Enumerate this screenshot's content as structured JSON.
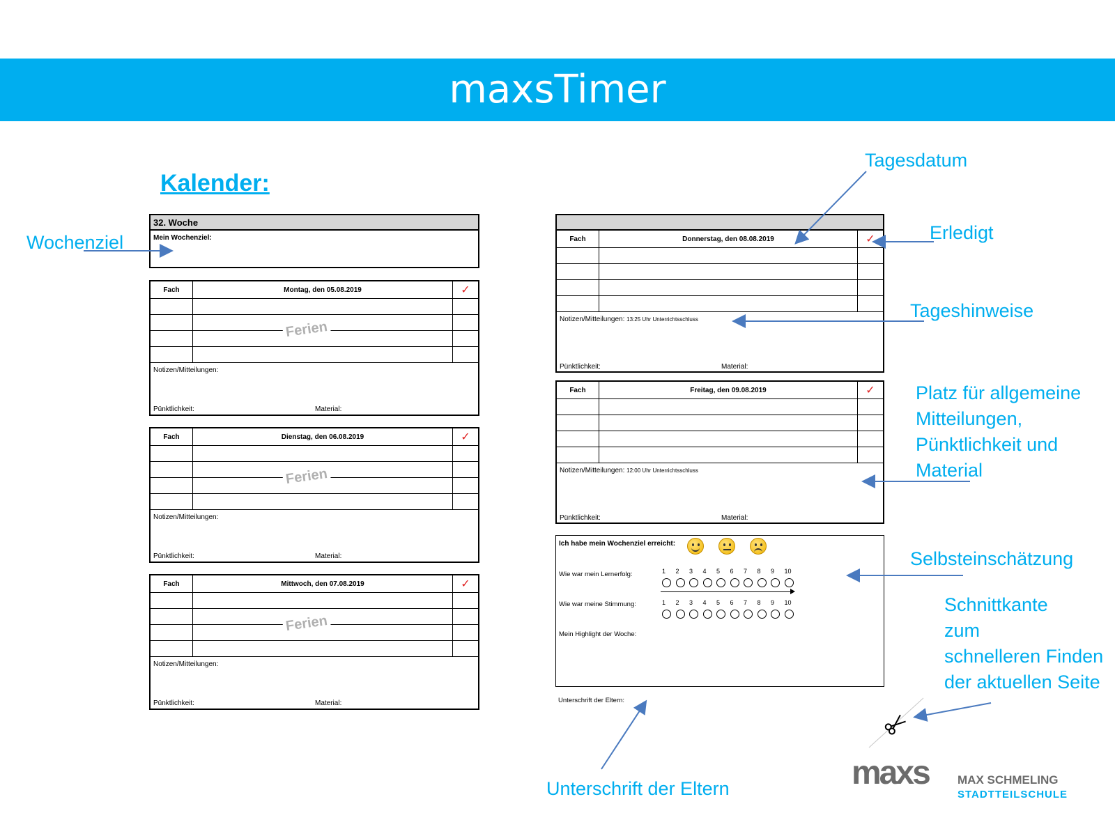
{
  "banner": {
    "title": "maxsTimer",
    "color": "#00aeef"
  },
  "heading": "Kalender:",
  "week": {
    "title": "32. Woche",
    "goal_label": "Mein Wochenziel:"
  },
  "common": {
    "fach": "Fach",
    "check": "✓",
    "notes": "Notizen/Mitteilungen:",
    "punctuality": "Pünktlichkeit:",
    "material": "Material:",
    "holiday": "Ferien"
  },
  "days": {
    "mon": {
      "date": "Montag, den 05.08.2019"
    },
    "tue": {
      "date": "Dienstag, den 06.08.2019"
    },
    "wed": {
      "date": "Mittwoch, den 07.08.2019"
    },
    "thu": {
      "date": "Donnerstag, den 08.08.2019",
      "note": "13:25 Uhr Unterrichtsschluss"
    },
    "fri": {
      "date": "Freitag, den 09.08.2019",
      "note": "12:00 Uhr Unterrichtsschluss"
    }
  },
  "self_assessment": {
    "goal_question": "Ich habe mein Wochenziel erreicht:",
    "learning_label": "Wie war mein Lernerfolg:",
    "mood_label": "Wie war meine Stimmung:",
    "highlight_label": "Mein Highlight der Woche:",
    "scale": [
      "1",
      "2",
      "3",
      "4",
      "5",
      "6",
      "7",
      "8",
      "9",
      "10"
    ]
  },
  "signature_label": "Unterschrift der Eltern:",
  "callouts": {
    "weekly_goal": "Wochenziel",
    "date": "Tagesdatum",
    "done": "Erledigt",
    "hints": "Tageshinweise",
    "general_line1": "Platz für allgemeine",
    "general_line2": "Mitteilungen,",
    "general_line3": "Pünktlichkeit und",
    "general_line4": "Material",
    "self": "Selbsteinschätzung",
    "cut_line1": "Schnittkante",
    "cut_line2": "zum",
    "cut_line3": "schnelleren Finden",
    "cut_line4": "der aktuellen Seite",
    "parents": "Unterschrift der Eltern"
  },
  "logo": {
    "mark": "maxs",
    "line1": "MAX SCHMELING",
    "line2": "STADTTEILSCHULE"
  }
}
